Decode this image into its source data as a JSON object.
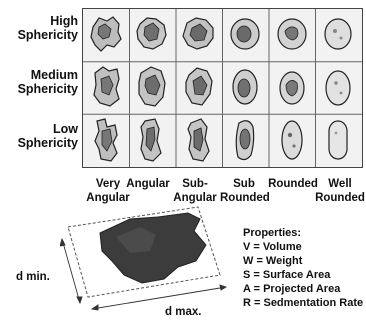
{
  "row_labels": [
    {
      "line1": "High",
      "line2": "Sphericity"
    },
    {
      "line1": "Medium",
      "line2": "Sphericity"
    },
    {
      "line1": "Low",
      "line2": "Sphericity"
    }
  ],
  "column_labels": [
    {
      "line1": "Very",
      "line2": "Angular"
    },
    {
      "line1": "Angular",
      "line2": ""
    },
    {
      "line1": "Sub-",
      "line2": "Angular"
    },
    {
      "line1": "Sub",
      "line2": "Rounded"
    },
    {
      "line1": "Rounded",
      "line2": ""
    },
    {
      "line1": "Well",
      "line2": "Rounded"
    }
  ],
  "diagram": {
    "d_min_label": "d min.",
    "d_max_label": "d max."
  },
  "properties": {
    "heading": "Properties:",
    "items": [
      "V = Volume",
      "W = Weight",
      "S = Surface Area",
      "A = Projected Area",
      "R = Sedmentation Rate"
    ]
  }
}
